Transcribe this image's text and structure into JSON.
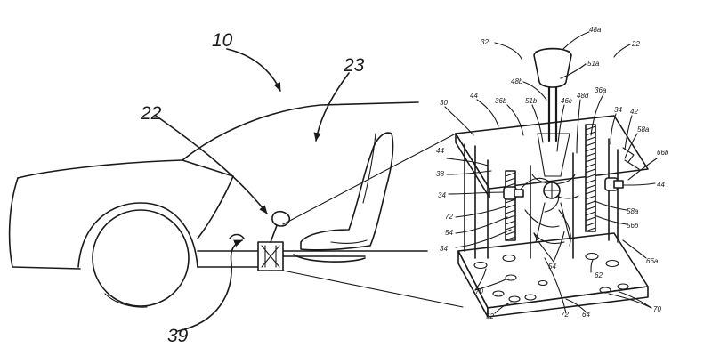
{
  "figure": {
    "big_labels": {
      "l10": "10",
      "l23": "23",
      "l22": "22",
      "l39": "39"
    },
    "small_labels": {
      "s32": "32",
      "s48a": "48a",
      "s22": "22",
      "s51a": "51a",
      "s48b": "48b",
      "s44a": "44",
      "s36b": "36b",
      "s51b": "51b",
      "s46c": "46c",
      "s48d": "48d",
      "s36a": "36a",
      "s30": "30",
      "s34a": "34",
      "s42": "42",
      "s58a": "58a",
      "s44b": "44",
      "s38": "38",
      "s66b": "66b",
      "s34b": "34",
      "s44c": "44",
      "s72a": "72",
      "s54a": "54",
      "s58a2": "58a",
      "s34c": "34",
      "s56b": "56b",
      "s54b": "54",
      "s66a": "66a",
      "s62": "62",
      "s70a": "70",
      "s72b": "72",
      "s52": "52",
      "s64": "64",
      "s70b": "70"
    }
  }
}
